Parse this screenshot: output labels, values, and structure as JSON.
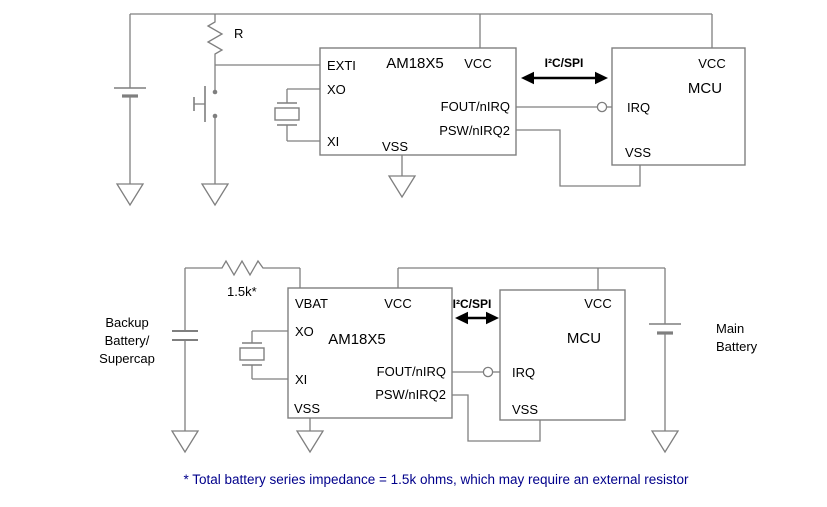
{
  "colors": {
    "wire": "#7f7f7f",
    "text": "#000000",
    "footnote": "#00008b",
    "bus_arrow": "#000000",
    "background": "#ffffff"
  },
  "top_circuit": {
    "resistor_label": "R",
    "chip": {
      "title": "AM18X5",
      "pin_exti": "EXTI",
      "pin_xo": "XO",
      "pin_xi": "XI",
      "pin_vcc": "VCC",
      "pin_vss": "VSS",
      "pin_fout": "FOUT/nIRQ",
      "pin_psw": "PSW/nIRQ2"
    },
    "bus_label": "I²C/SPI",
    "mcu": {
      "title": "MCU",
      "pin_vcc": "VCC",
      "pin_irq": "IRQ",
      "pin_vss": "VSS"
    }
  },
  "bottom_circuit": {
    "backup_label": [
      "Backup",
      "Battery/",
      "Supercap"
    ],
    "resistor_label": "1.5k*",
    "chip": {
      "title": "AM18X5",
      "pin_vbat": "VBAT",
      "pin_xo": "XO",
      "pin_xi": "XI",
      "pin_vcc": "VCC",
      "pin_vss": "VSS",
      "pin_fout": "FOUT/nIRQ",
      "pin_psw": "PSW/nIRQ2"
    },
    "bus_label": "I²C/SPI",
    "mcu": {
      "title": "MCU",
      "pin_vcc": "VCC",
      "pin_irq": "IRQ",
      "pin_vss": "VSS"
    },
    "main_battery_label": [
      "Main",
      "Battery"
    ]
  },
  "footnote": "* Total battery series impedance = 1.5k ohms, which may require an external resistor"
}
